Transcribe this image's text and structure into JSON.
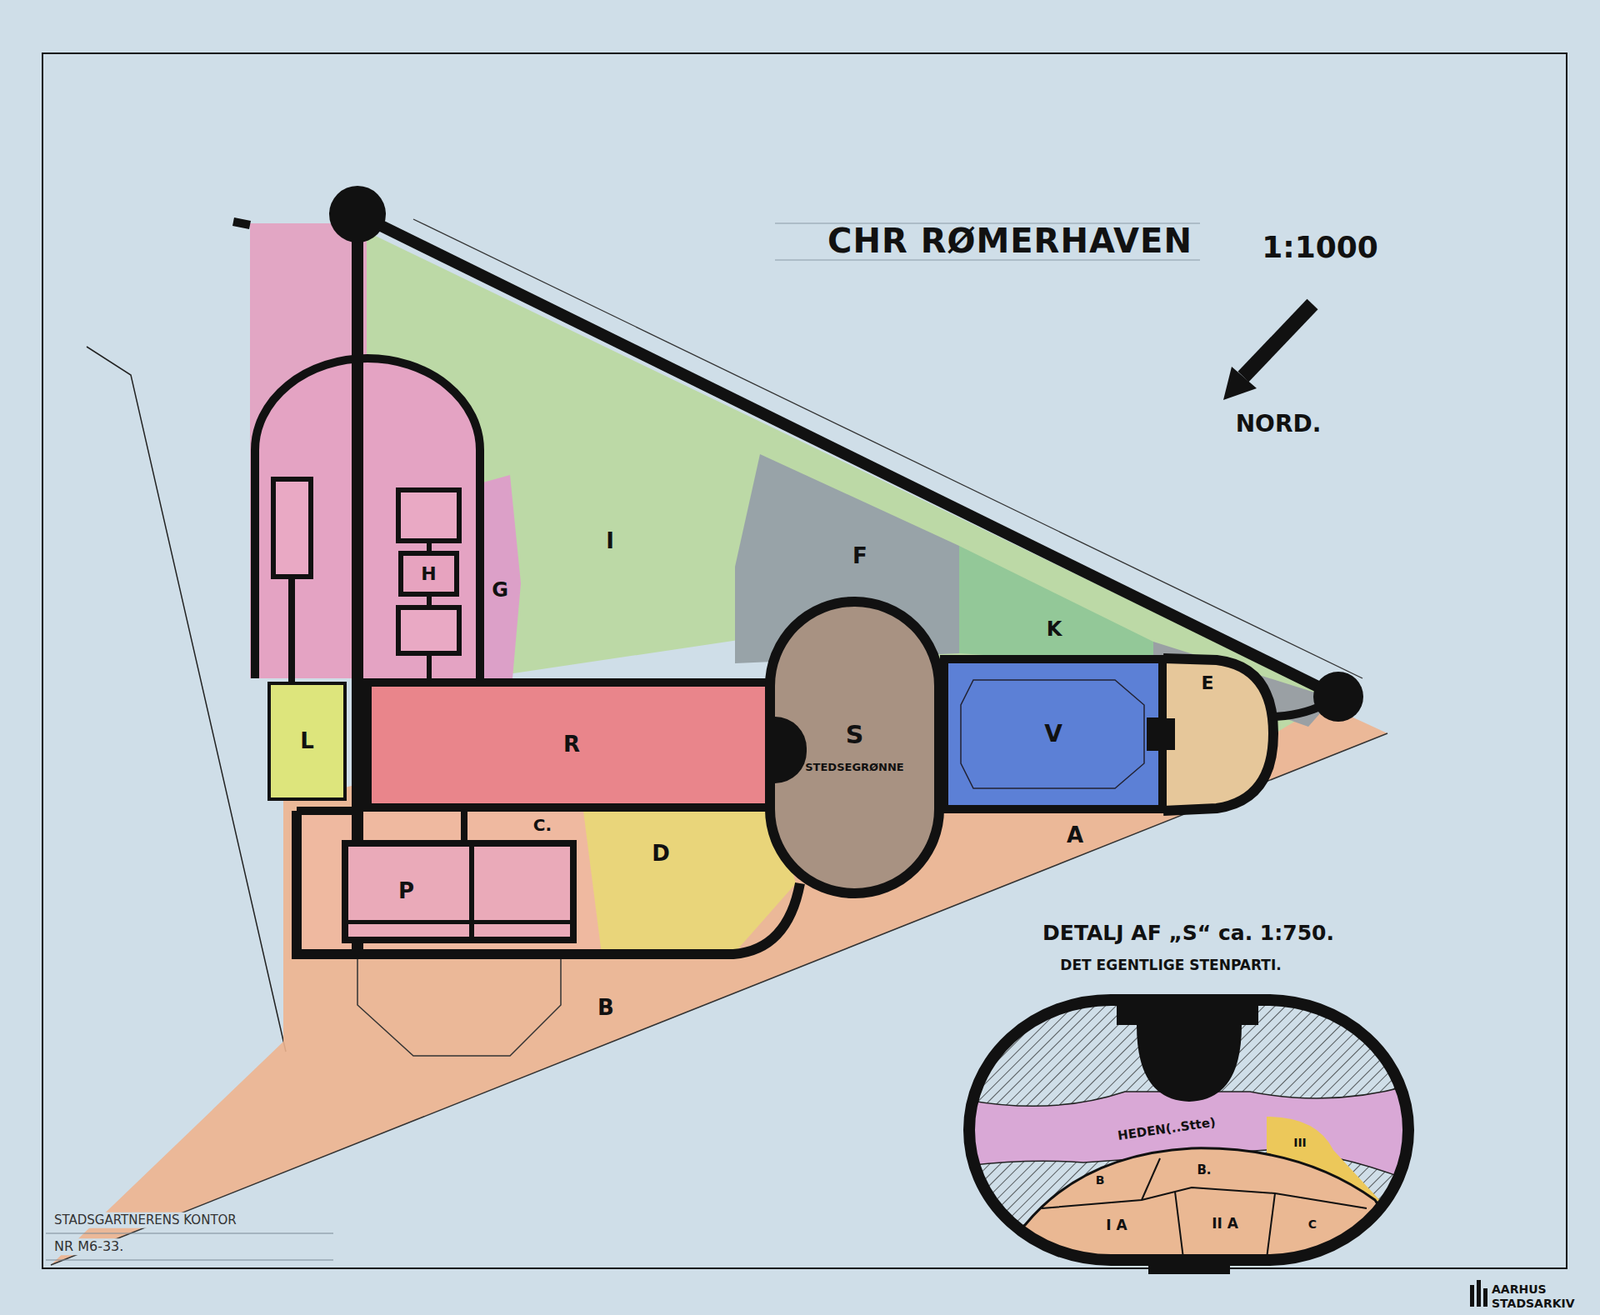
{
  "diagram": {
    "title": "CHR RØMERHAVEN",
    "nodes": [
      {
        "text": [
          "H"
        ]
      },
      {
        "text": [
          "L"
        ]
      },
      {
        "text": [
          "R"
        ]
      },
      {
        "text": [
          "S",
          "STEDSEGRØNNE"
        ]
      },
      {
        "text": [
          "V"
        ]
      },
      {
        "text": [
          "P"
        ]
      }
    ],
    "labels": [
      "1:1000",
      "NORD.",
      "I",
      "F",
      "G",
      "K",
      "E",
      "A",
      "C.",
      "D",
      "B",
      "DETALJ AF „S“ ca. 1:750.",
      "DET EGENTLIGE STENPARTI.",
      "HEDEN(..Stte)",
      "B.",
      "B",
      "III",
      "I A",
      "II A",
      "C",
      "STADSGARTNERENS KONTOR",
      "NR M6-33.",
      "AARHUS",
      "STADSARKIV"
    ]
  }
}
